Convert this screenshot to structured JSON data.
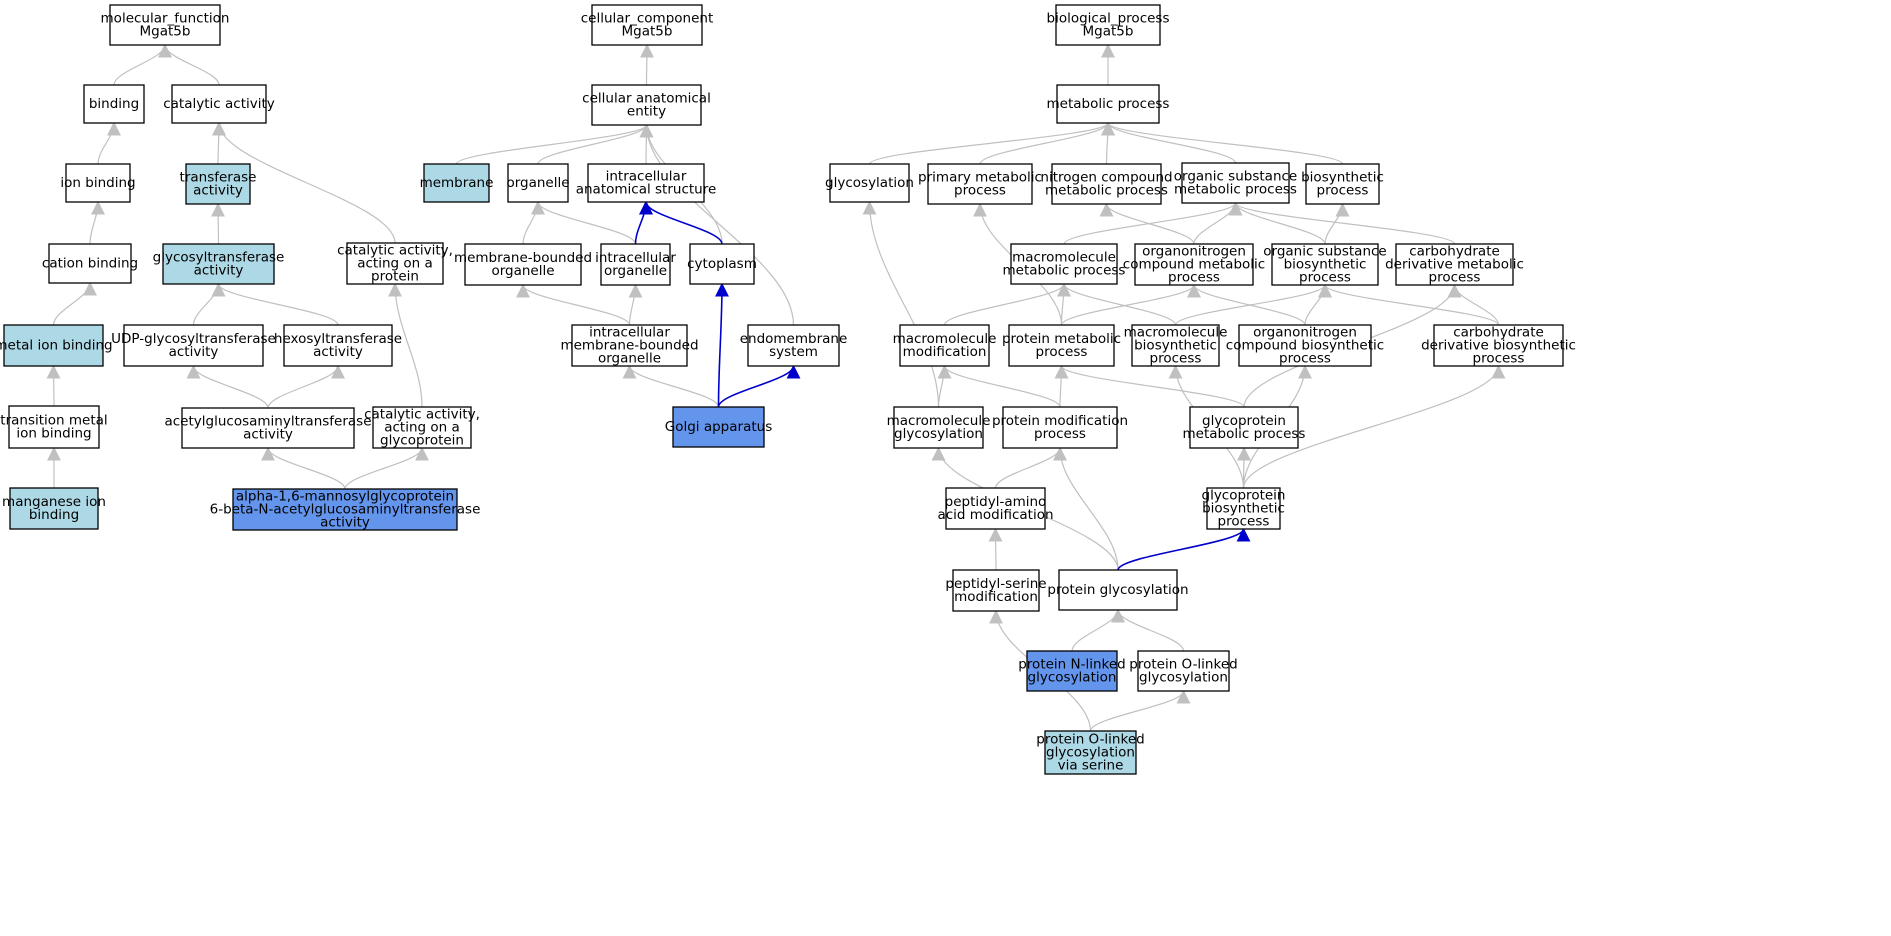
{
  "colors": {
    "node_default": "#ffffff",
    "node_light": "#add8e6",
    "node_dark": "#6495ed",
    "edge_default": "#c0c0c0",
    "edge_highlight": "#0000cd"
  },
  "nodes": [
    {
      "id": "mf_root",
      "lines": [
        "molecular_function",
        "Mgat5b"
      ],
      "fill": "default"
    },
    {
      "id": "binding",
      "lines": [
        "binding"
      ],
      "fill": "default"
    },
    {
      "id": "catalytic",
      "lines": [
        "catalytic activity"
      ],
      "fill": "default"
    },
    {
      "id": "ion_binding",
      "lines": [
        "ion binding"
      ],
      "fill": "default"
    },
    {
      "id": "transferase",
      "lines": [
        "transferase",
        "activity"
      ],
      "fill": "light"
    },
    {
      "id": "cation_binding",
      "lines": [
        "cation binding"
      ],
      "fill": "default"
    },
    {
      "id": "glycosyltransferase",
      "lines": [
        "glycosyltransferase",
        "activity"
      ],
      "fill": "light"
    },
    {
      "id": "cat_protein",
      "lines": [
        "catalytic activity,",
        "acting on a",
        "protein"
      ],
      "fill": "default"
    },
    {
      "id": "metal_ion",
      "lines": [
        "metal ion binding"
      ],
      "fill": "light"
    },
    {
      "id": "udp_glyco",
      "lines": [
        "UDP-glycosyltransferase",
        "activity"
      ],
      "fill": "default"
    },
    {
      "id": "hexosyl",
      "lines": [
        "hexosyltransferase",
        "activity"
      ],
      "fill": "default"
    },
    {
      "id": "transition_metal",
      "lines": [
        "transition metal",
        "ion binding"
      ],
      "fill": "default"
    },
    {
      "id": "acetylglucos",
      "lines": [
        "acetylglucosaminyltransferase",
        "activity"
      ],
      "fill": "default"
    },
    {
      "id": "cat_glycoprotein",
      "lines": [
        "catalytic activity,",
        "acting on a",
        "glycoprotein"
      ],
      "fill": "default"
    },
    {
      "id": "manganese",
      "lines": [
        "manganese ion",
        "binding"
      ],
      "fill": "light"
    },
    {
      "id": "alpha16",
      "lines": [
        "alpha-1,6-mannosylglycoprotein",
        "6-beta-N-acetylglucosaminyltransferase",
        "activity"
      ],
      "fill": "dark"
    },
    {
      "id": "cc_root",
      "lines": [
        "cellular_component",
        "Mgat5b"
      ],
      "fill": "default"
    },
    {
      "id": "cell_anat",
      "lines": [
        "cellular anatomical",
        "entity"
      ],
      "fill": "default"
    },
    {
      "id": "membrane",
      "lines": [
        "membrane"
      ],
      "fill": "light"
    },
    {
      "id": "organelle",
      "lines": [
        "organelle"
      ],
      "fill": "default"
    },
    {
      "id": "intra_anat",
      "lines": [
        "intracellular",
        "anatomical structure"
      ],
      "fill": "default"
    },
    {
      "id": "mem_bounded",
      "lines": [
        "membrane-bounded",
        "organelle"
      ],
      "fill": "default"
    },
    {
      "id": "intra_org",
      "lines": [
        "intracellular",
        "organelle"
      ],
      "fill": "default"
    },
    {
      "id": "cytoplasm",
      "lines": [
        "cytoplasm"
      ],
      "fill": "default"
    },
    {
      "id": "intra_mem_bounded",
      "lines": [
        "intracellular",
        "membrane-bounded",
        "organelle"
      ],
      "fill": "default"
    },
    {
      "id": "endomembrane",
      "lines": [
        "endomembrane",
        "system"
      ],
      "fill": "default"
    },
    {
      "id": "golgi",
      "lines": [
        "Golgi apparatus"
      ],
      "fill": "dark"
    },
    {
      "id": "bp_root",
      "lines": [
        "biological_process",
        "Mgat5b"
      ],
      "fill": "default"
    },
    {
      "id": "metabolic",
      "lines": [
        "metabolic process"
      ],
      "fill": "default"
    },
    {
      "id": "glycosylation",
      "lines": [
        "glycosylation"
      ],
      "fill": "default"
    },
    {
      "id": "primary_met",
      "lines": [
        "primary metabolic",
        "process"
      ],
      "fill": "default"
    },
    {
      "id": "nitrogen_met",
      "lines": [
        "nitrogen compound",
        "metabolic process"
      ],
      "fill": "default"
    },
    {
      "id": "org_sub_met",
      "lines": [
        "organic substance",
        "metabolic process"
      ],
      "fill": "default"
    },
    {
      "id": "biosynthetic",
      "lines": [
        "biosynthetic",
        "process"
      ],
      "fill": "default"
    },
    {
      "id": "macromol_met",
      "lines": [
        "macromolecule",
        "metabolic process"
      ],
      "fill": "default"
    },
    {
      "id": "organonit_met",
      "lines": [
        "organonitrogen",
        "compound metabolic",
        "process"
      ],
      "fill": "default"
    },
    {
      "id": "org_sub_bio",
      "lines": [
        "organic substance",
        "biosynthetic",
        "process"
      ],
      "fill": "default"
    },
    {
      "id": "carb_met",
      "lines": [
        "carbohydrate",
        "derivative metabolic",
        "process"
      ],
      "fill": "default"
    },
    {
      "id": "macromol_mod",
      "lines": [
        "macromolecule",
        "modification"
      ],
      "fill": "default"
    },
    {
      "id": "protein_met",
      "lines": [
        "protein metabolic",
        "process"
      ],
      "fill": "default"
    },
    {
      "id": "macromol_bio",
      "lines": [
        "macromolecule",
        "biosynthetic",
        "process"
      ],
      "fill": "default"
    },
    {
      "id": "organonit_bio",
      "lines": [
        "organonitrogen",
        "compound biosynthetic",
        "process"
      ],
      "fill": "default"
    },
    {
      "id": "carb_bio",
      "lines": [
        "carbohydrate",
        "derivative biosynthetic",
        "process"
      ],
      "fill": "default"
    },
    {
      "id": "macromol_glyco",
      "lines": [
        "macromolecule",
        "glycosylation"
      ],
      "fill": "default"
    },
    {
      "id": "protein_mod",
      "lines": [
        "protein modification",
        "process"
      ],
      "fill": "default"
    },
    {
      "id": "glycoprot_met",
      "lines": [
        "glycoprotein",
        "metabolic process"
      ],
      "fill": "default"
    },
    {
      "id": "peptidyl_amino",
      "lines": [
        "peptidyl-amino",
        "acid modification"
      ],
      "fill": "default"
    },
    {
      "id": "glycoprot_bio",
      "lines": [
        "glycoprotein",
        "biosynthetic",
        "process"
      ],
      "fill": "default"
    },
    {
      "id": "peptidyl_serine",
      "lines": [
        "peptidyl-serine",
        "modification"
      ],
      "fill": "default"
    },
    {
      "id": "protein_glyco",
      "lines": [
        "protein glycosylation"
      ],
      "fill": "default"
    },
    {
      "id": "n_linked",
      "lines": [
        "protein N-linked",
        "glycosylation"
      ],
      "fill": "dark"
    },
    {
      "id": "o_linked",
      "lines": [
        "protein O-linked",
        "glycosylation"
      ],
      "fill": "default"
    },
    {
      "id": "o_linked_serine",
      "lines": [
        "protein O-linked",
        "glycosylation",
        "via serine"
      ],
      "fill": "light"
    }
  ],
  "edges": [
    {
      "from": "binding",
      "to": "mf_root",
      "color": "default"
    },
    {
      "from": "catalytic",
      "to": "mf_root",
      "color": "default"
    },
    {
      "from": "ion_binding",
      "to": "binding",
      "color": "default"
    },
    {
      "from": "transferase",
      "to": "catalytic",
      "color": "default"
    },
    {
      "from": "cat_protein",
      "to": "catalytic",
      "color": "default"
    },
    {
      "from": "cation_binding",
      "to": "ion_binding",
      "color": "default"
    },
    {
      "from": "glycosyltransferase",
      "to": "transferase",
      "color": "default"
    },
    {
      "from": "metal_ion",
      "to": "cation_binding",
      "color": "default"
    },
    {
      "from": "udp_glyco",
      "to": "glycosyltransferase",
      "color": "default"
    },
    {
      "from": "hexosyl",
      "to": "glycosyltransferase",
      "color": "default"
    },
    {
      "from": "transition_metal",
      "to": "metal_ion",
      "color": "default"
    },
    {
      "from": "acetylglucos",
      "to": "udp_glyco",
      "color": "default"
    },
    {
      "from": "acetylglucos",
      "to": "hexosyl",
      "color": "default"
    },
    {
      "from": "cat_glycoprotein",
      "to": "cat_protein",
      "color": "default"
    },
    {
      "from": "manganese",
      "to": "transition_metal",
      "color": "default"
    },
    {
      "from": "alpha16",
      "to": "acetylglucos",
      "color": "default"
    },
    {
      "from": "alpha16",
      "to": "cat_glycoprotein",
      "color": "default"
    },
    {
      "from": "cell_anat",
      "to": "cc_root",
      "color": "default"
    },
    {
      "from": "membrane",
      "to": "cell_anat",
      "color": "default"
    },
    {
      "from": "organelle",
      "to": "cell_anat",
      "color": "default"
    },
    {
      "from": "intra_anat",
      "to": "cell_anat",
      "color": "default"
    },
    {
      "from": "cytoplasm",
      "to": "cell_anat",
      "color": "default"
    },
    {
      "from": "endomembrane",
      "to": "cell_anat",
      "color": "default"
    },
    {
      "from": "mem_bounded",
      "to": "organelle",
      "color": "default"
    },
    {
      "from": "intra_org",
      "to": "organelle",
      "color": "default"
    },
    {
      "from": "intra_org",
      "to": "intra_anat",
      "color": "highlight"
    },
    {
      "from": "cytoplasm",
      "to": "intra_anat",
      "color": "highlight"
    },
    {
      "from": "intra_mem_bounded",
      "to": "mem_bounded",
      "color": "default"
    },
    {
      "from": "intra_mem_bounded",
      "to": "intra_org",
      "color": "default"
    },
    {
      "from": "golgi",
      "to": "intra_mem_bounded",
      "color": "default"
    },
    {
      "from": "golgi",
      "to": "cytoplasm",
      "color": "highlight"
    },
    {
      "from": "golgi",
      "to": "endomembrane",
      "color": "highlight"
    },
    {
      "from": "metabolic",
      "to": "bp_root",
      "color": "default"
    },
    {
      "from": "glycosylation",
      "to": "metabolic",
      "color": "default"
    },
    {
      "from": "primary_met",
      "to": "metabolic",
      "color": "default"
    },
    {
      "from": "nitrogen_met",
      "to": "metabolic",
      "color": "default"
    },
    {
      "from": "org_sub_met",
      "to": "metabolic",
      "color": "default"
    },
    {
      "from": "biosynthetic",
      "to": "metabolic",
      "color": "default"
    },
    {
      "from": "macromol_met",
      "to": "org_sub_met",
      "color": "default"
    },
    {
      "from": "organonit_met",
      "to": "nitrogen_met",
      "color": "default"
    },
    {
      "from": "organonit_met",
      "to": "org_sub_met",
      "color": "default"
    },
    {
      "from": "org_sub_bio",
      "to": "org_sub_met",
      "color": "default"
    },
    {
      "from": "org_sub_bio",
      "to": "biosynthetic",
      "color": "default"
    },
    {
      "from": "carb_met",
      "to": "org_sub_met",
      "color": "default"
    },
    {
      "from": "macromol_mod",
      "to": "macromol_met",
      "color": "default"
    },
    {
      "from": "protein_met",
      "to": "macromol_met",
      "color": "default"
    },
    {
      "from": "protein_met",
      "to": "primary_met",
      "color": "default"
    },
    {
      "from": "protein_met",
      "to": "organonit_met",
      "color": "default"
    },
    {
      "from": "macromol_bio",
      "to": "macromol_met",
      "color": "default"
    },
    {
      "from": "macromol_bio",
      "to": "org_sub_bio",
      "color": "default"
    },
    {
      "from": "organonit_bio",
      "to": "organonit_met",
      "color": "default"
    },
    {
      "from": "organonit_bio",
      "to": "org_sub_bio",
      "color": "default"
    },
    {
      "from": "carb_bio",
      "to": "carb_met",
      "color": "default"
    },
    {
      "from": "carb_bio",
      "to": "org_sub_bio",
      "color": "default"
    },
    {
      "from": "macromol_glyco",
      "to": "glycosylation",
      "color": "default"
    },
    {
      "from": "macromol_glyco",
      "to": "macromol_mod",
      "color": "default"
    },
    {
      "from": "protein_mod",
      "to": "macromol_mod",
      "color": "default"
    },
    {
      "from": "protein_mod",
      "to": "protein_met",
      "color": "default"
    },
    {
      "from": "glycoprot_met",
      "to": "protein_met",
      "color": "default"
    },
    {
      "from": "glycoprot_met",
      "to": "carb_met",
      "color": "default"
    },
    {
      "from": "peptidyl_amino",
      "to": "protein_mod",
      "color": "default"
    },
    {
      "from": "glycoprot_bio",
      "to": "glycoprot_met",
      "color": "default"
    },
    {
      "from": "glycoprot_bio",
      "to": "macromol_bio",
      "color": "default"
    },
    {
      "from": "glycoprot_bio",
      "to": "organonit_bio",
      "color": "default"
    },
    {
      "from": "glycoprot_bio",
      "to": "carb_bio",
      "color": "default"
    },
    {
      "from": "peptidyl_serine",
      "to": "peptidyl_amino",
      "color": "default"
    },
    {
      "from": "protein_glyco",
      "to": "macromol_glyco",
      "color": "default"
    },
    {
      "from": "protein_glyco",
      "to": "protein_mod",
      "color": "default"
    },
    {
      "from": "protein_glyco",
      "to": "glycoprot_bio",
      "color": "highlight"
    },
    {
      "from": "n_linked",
      "to": "protein_glyco",
      "color": "default"
    },
    {
      "from": "o_linked",
      "to": "protein_glyco",
      "color": "default"
    },
    {
      "from": "o_linked_serine",
      "to": "o_linked",
      "color": "default"
    },
    {
      "from": "o_linked_serine",
      "to": "peptidyl_serine",
      "color": "default"
    }
  ]
}
